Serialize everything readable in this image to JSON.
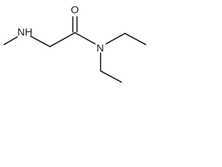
{
  "molecule": {
    "atoms": {
      "nh": "NH",
      "o": "O",
      "n": "N"
    },
    "colors": {
      "ink": "#1a1a1a",
      "background": "#ffffff"
    }
  }
}
